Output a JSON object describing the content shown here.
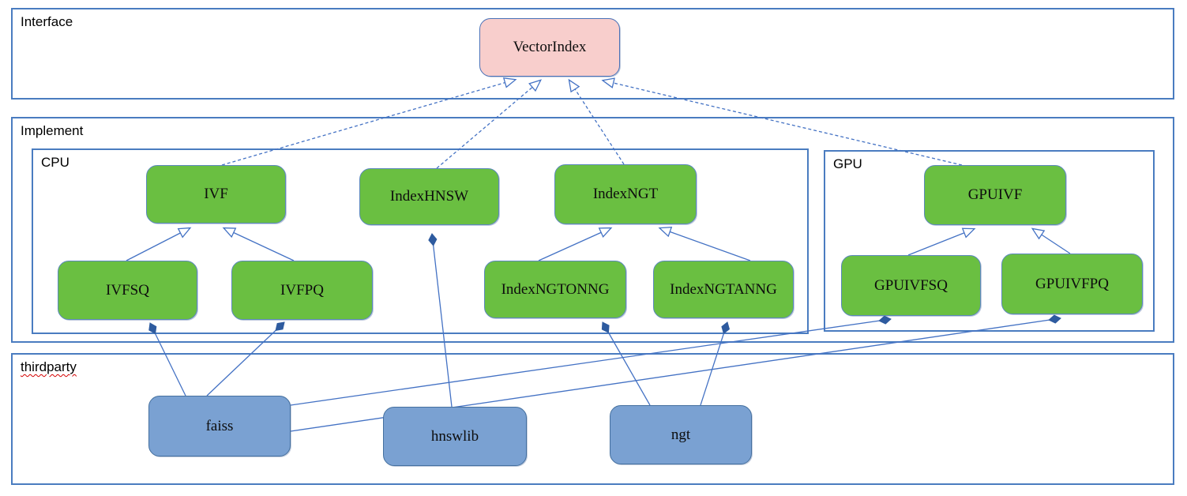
{
  "groups": {
    "interface": {
      "label": "Interface"
    },
    "implement": {
      "label": "Implement"
    },
    "cpu": {
      "label": "CPU"
    },
    "gpu": {
      "label": "GPU"
    },
    "thirdparty": {
      "label": "thirdparty"
    }
  },
  "nodes": {
    "vectorindex": {
      "label": "VectorIndex",
      "fill": "#f8cecc"
    },
    "ivf": {
      "label": "IVF",
      "fill": "#6abf41"
    },
    "indexhnsw": {
      "label": "IndexHNSW",
      "fill": "#6abf41"
    },
    "indexngt": {
      "label": "IndexNGT",
      "fill": "#6abf41"
    },
    "gpuivf": {
      "label": "GPUIVF",
      "fill": "#6abf41"
    },
    "ivfsq": {
      "label": "IVFSQ",
      "fill": "#6abf41"
    },
    "ivfpq": {
      "label": "IVFPQ",
      "fill": "#6abf41"
    },
    "indexngtonng": {
      "label": "IndexNGTONNG",
      "fill": "#6abf41"
    },
    "indexngtanng": {
      "label": "IndexNGTANNG",
      "fill": "#6abf41"
    },
    "gpuivfsq": {
      "label": "GPUIVFSQ",
      "fill": "#6abf41"
    },
    "gpuivfpq": {
      "label": "GPUIVFPQ",
      "fill": "#6abf41"
    },
    "faiss": {
      "label": "faiss",
      "fill": "#7aa1d2"
    },
    "hnswlib": {
      "label": "hnswlib",
      "fill": "#7aa1d2"
    },
    "ngt": {
      "label": "ngt",
      "fill": "#7aa1d2"
    }
  },
  "edges": [
    {
      "from": "IVF",
      "to": "VectorIndex",
      "type": "realization-dashed"
    },
    {
      "from": "IndexHNSW",
      "to": "VectorIndex",
      "type": "realization-dashed"
    },
    {
      "from": "IndexNGT",
      "to": "VectorIndex",
      "type": "realization-dashed"
    },
    {
      "from": "GPUIVF",
      "to": "VectorIndex",
      "type": "realization-dashed"
    },
    {
      "from": "IVFSQ",
      "to": "IVF",
      "type": "inheritance"
    },
    {
      "from": "IVFPQ",
      "to": "IVF",
      "type": "inheritance"
    },
    {
      "from": "IndexNGTONNG",
      "to": "IndexNGT",
      "type": "inheritance"
    },
    {
      "from": "IndexNGTANNG",
      "to": "IndexNGT",
      "type": "inheritance"
    },
    {
      "from": "GPUIVFSQ",
      "to": "GPUIVF",
      "type": "inheritance"
    },
    {
      "from": "GPUIVFPQ",
      "to": "GPUIVF",
      "type": "inheritance"
    },
    {
      "from": "faiss",
      "to": "IVFSQ",
      "type": "composition"
    },
    {
      "from": "faiss",
      "to": "IVFPQ",
      "type": "composition"
    },
    {
      "from": "faiss",
      "to": "GPUIVFSQ",
      "type": "composition"
    },
    {
      "from": "faiss",
      "to": "GPUIVFPQ",
      "type": "composition"
    },
    {
      "from": "hnswlib",
      "to": "IndexHNSW",
      "type": "composition"
    },
    {
      "from": "ngt",
      "to": "IndexNGTONNG",
      "type": "composition"
    },
    {
      "from": "ngt",
      "to": "IndexNGTANNG",
      "type": "composition"
    }
  ],
  "colors": {
    "node_green": "#6abf41",
    "node_pink": "#f8cecc",
    "node_blue": "#7aa1d2",
    "edge_blue": "#4472c4",
    "diamond_fill": "#2e5b9f",
    "container_border": "#4a7cc0",
    "spellcheck_underline": "#d40000"
  }
}
